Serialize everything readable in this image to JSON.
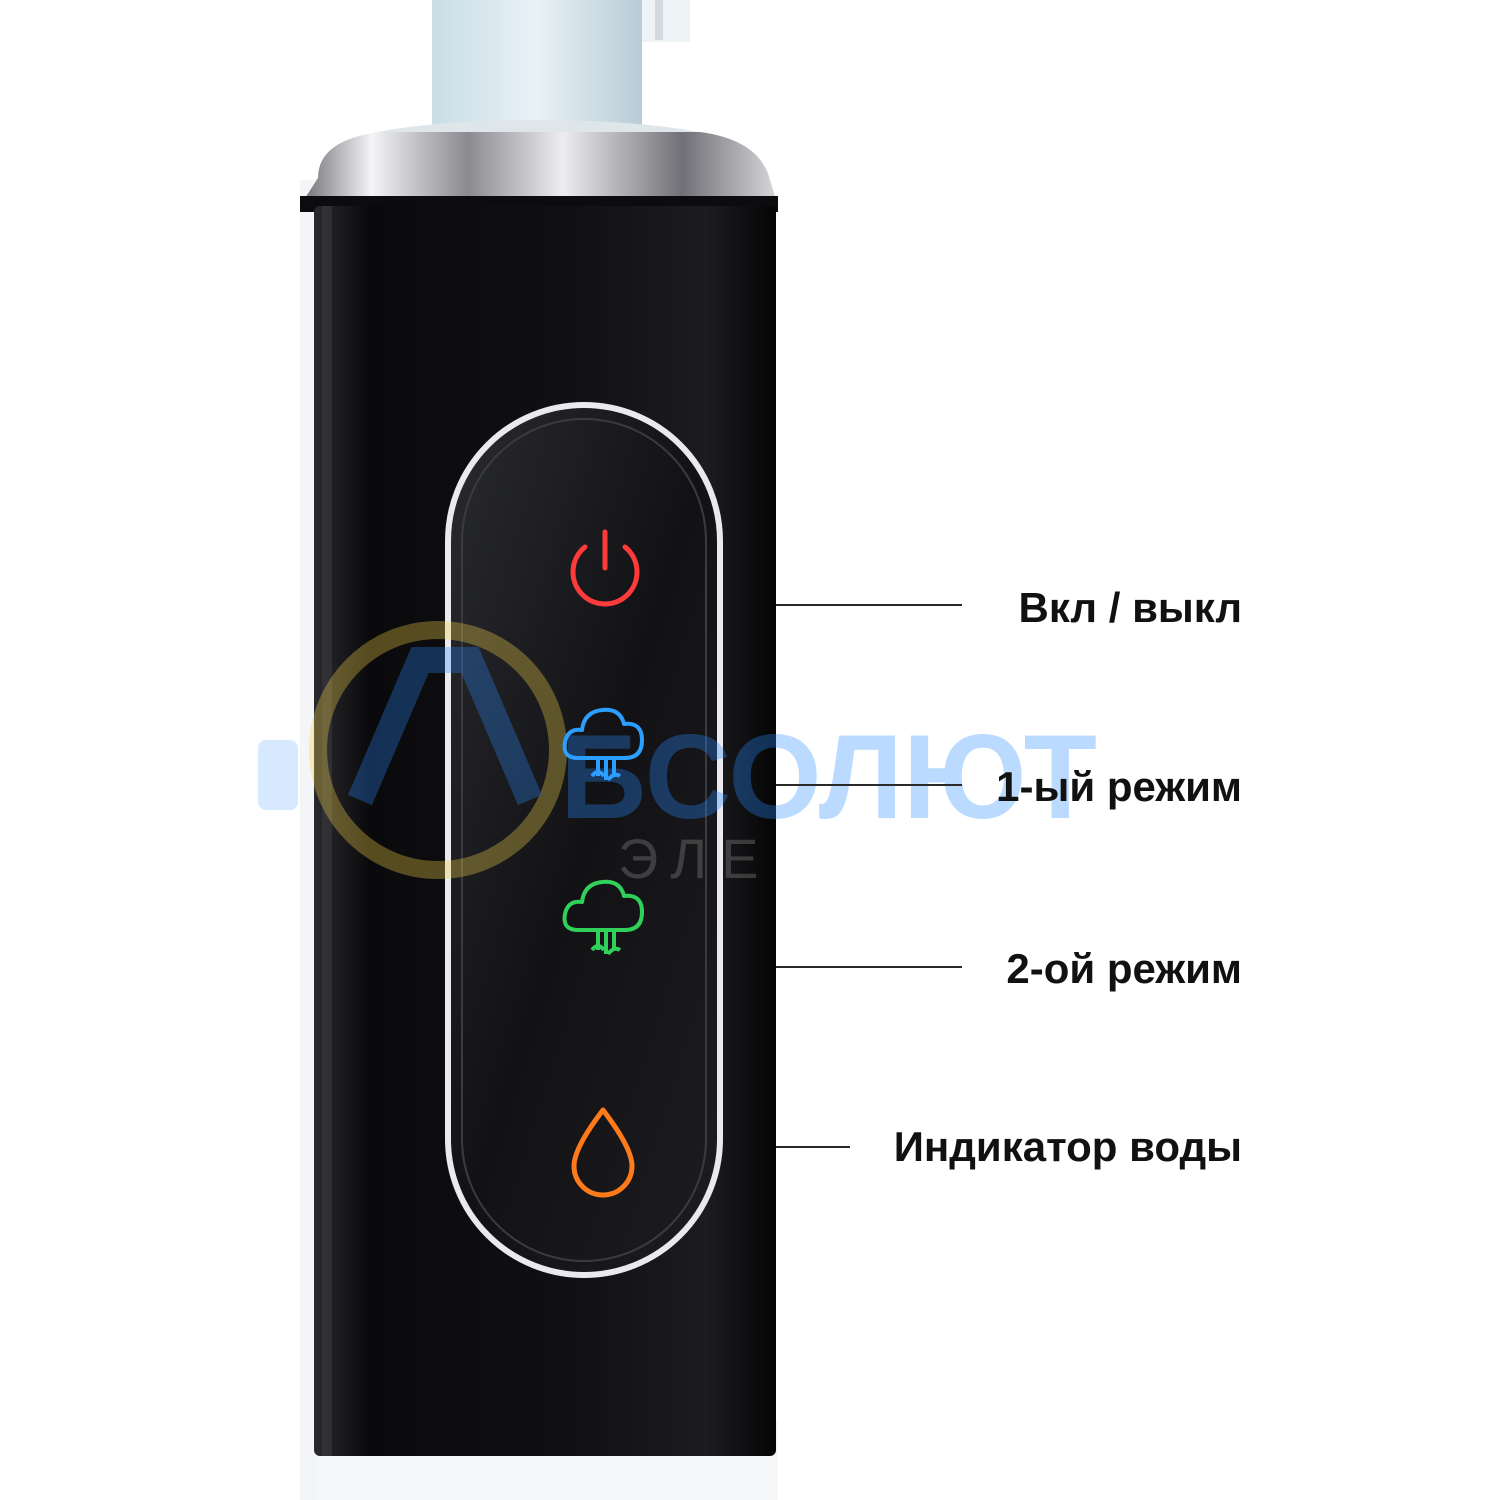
{
  "callouts": [
    {
      "label": "Вкл / выкл"
    },
    {
      "label": "1-ый режим"
    },
    {
      "label": "2-ой режим"
    },
    {
      "label": "Индикатор воды"
    }
  ],
  "watermark": {
    "main": "БСОЛЮТ",
    "sub": "ЭЛЕ"
  },
  "colors": {
    "body": "#0d0d0f",
    "power_icon": "#ff3a3a",
    "mode1_icon": "#2b9fff",
    "mode2_icon": "#2fd15a",
    "water_icon": "#ff7a1a",
    "watermark_blue": "#2b8cff",
    "watermark_yellow": "#f2d24a"
  },
  "icons": [
    "power-icon",
    "mode-1-cloud-icon",
    "mode-2-cloud-icon",
    "water-drop-icon"
  ]
}
